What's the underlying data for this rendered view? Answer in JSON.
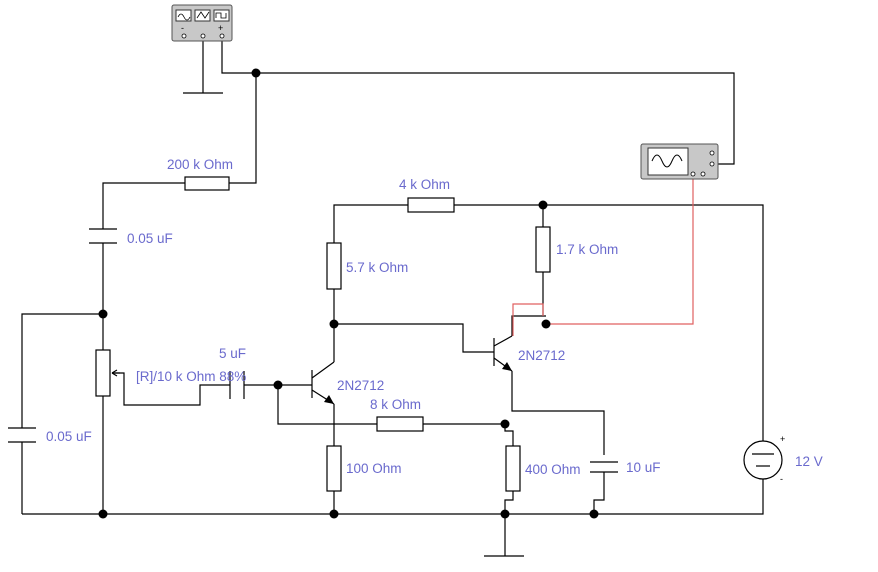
{
  "components": {
    "r_200k": "200 k Ohm",
    "r_4k": "4 k Ohm",
    "r_5_7k": "5.7 k Ohm",
    "r_1_7k": "1.7 k Ohm",
    "r_8k": "8 k Ohm",
    "r_100": "100  Ohm",
    "r_400": "400  Ohm",
    "c_005_top": "0.05 uF",
    "c_005_left": "0.05 uF",
    "c_5u": "5 uF",
    "c_10u": "10 uF",
    "pot": "[R]/10 k Ohm 88%",
    "q1": "2N2712",
    "q2": "2N2712",
    "battery": "12 V"
  },
  "instruments": {
    "generator": {
      "name": "function-generator",
      "terminals": [
        "-",
        "+"
      ]
    },
    "oscilloscope": {
      "name": "oscilloscope"
    }
  },
  "colors": {
    "wire": "#000000",
    "label": "#6a6acd",
    "probe_wire": "#e06060"
  },
  "battery_polarity": {
    "plus": "+",
    "minus": "-"
  }
}
